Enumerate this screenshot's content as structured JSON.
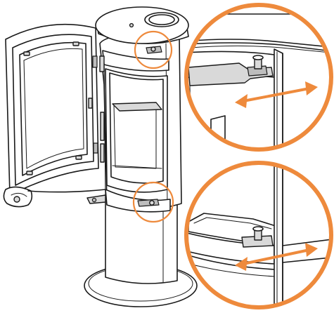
{
  "diagram": {
    "subject": "stove-adjustment-illustration",
    "accent_color": "#EE8A3C",
    "line_color": "#1a1a1a",
    "callouts": [
      {
        "id": "top-hinge-detail",
        "arrow": "double-headed"
      },
      {
        "id": "bottom-hinge-detail",
        "arrow": "double-headed"
      }
    ]
  }
}
